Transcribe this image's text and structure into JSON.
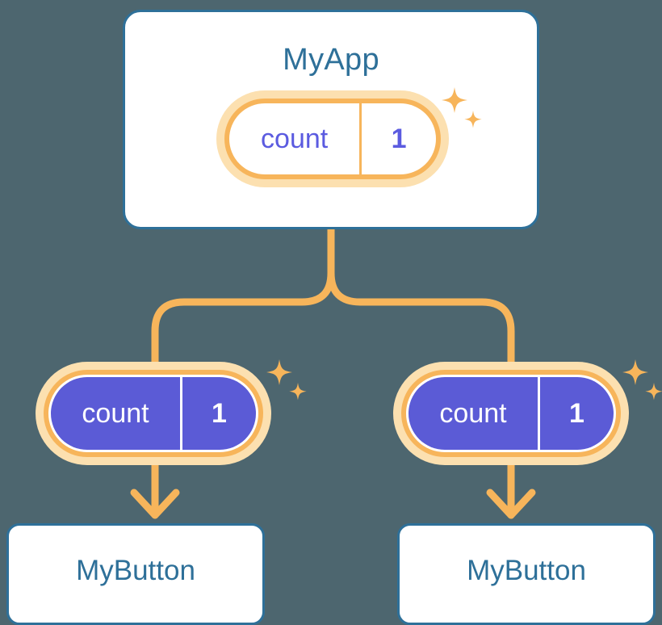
{
  "diagram": {
    "title_node": {
      "label": "MyApp",
      "state": {
        "key": "count",
        "value": "1"
      }
    },
    "children": [
      {
        "label": "MyButton",
        "state": {
          "key": "count",
          "value": "1"
        }
      },
      {
        "label": "MyButton",
        "state": {
          "key": "count",
          "value": "1"
        }
      }
    ],
    "icons": {
      "sparkle_large": "sparkle-icon",
      "sparkle_small": "sparkle-icon",
      "arrow": "arrow-down-icon",
      "connector": "tree-connector"
    },
    "colors": {
      "background": "#4d666f",
      "card_border": "#2e7099",
      "card_text": "#2e7099",
      "card_fill": "#ffffff",
      "pill_border": "#f7b55b",
      "pill_halo": "#fce0b0",
      "pill_fill_active": "#5b5bd6",
      "pill_text_light": "#5b5be0",
      "pill_text_active": "#ffffff",
      "connector": "#f7b55b",
      "sparkle": "#f7b55b"
    }
  }
}
